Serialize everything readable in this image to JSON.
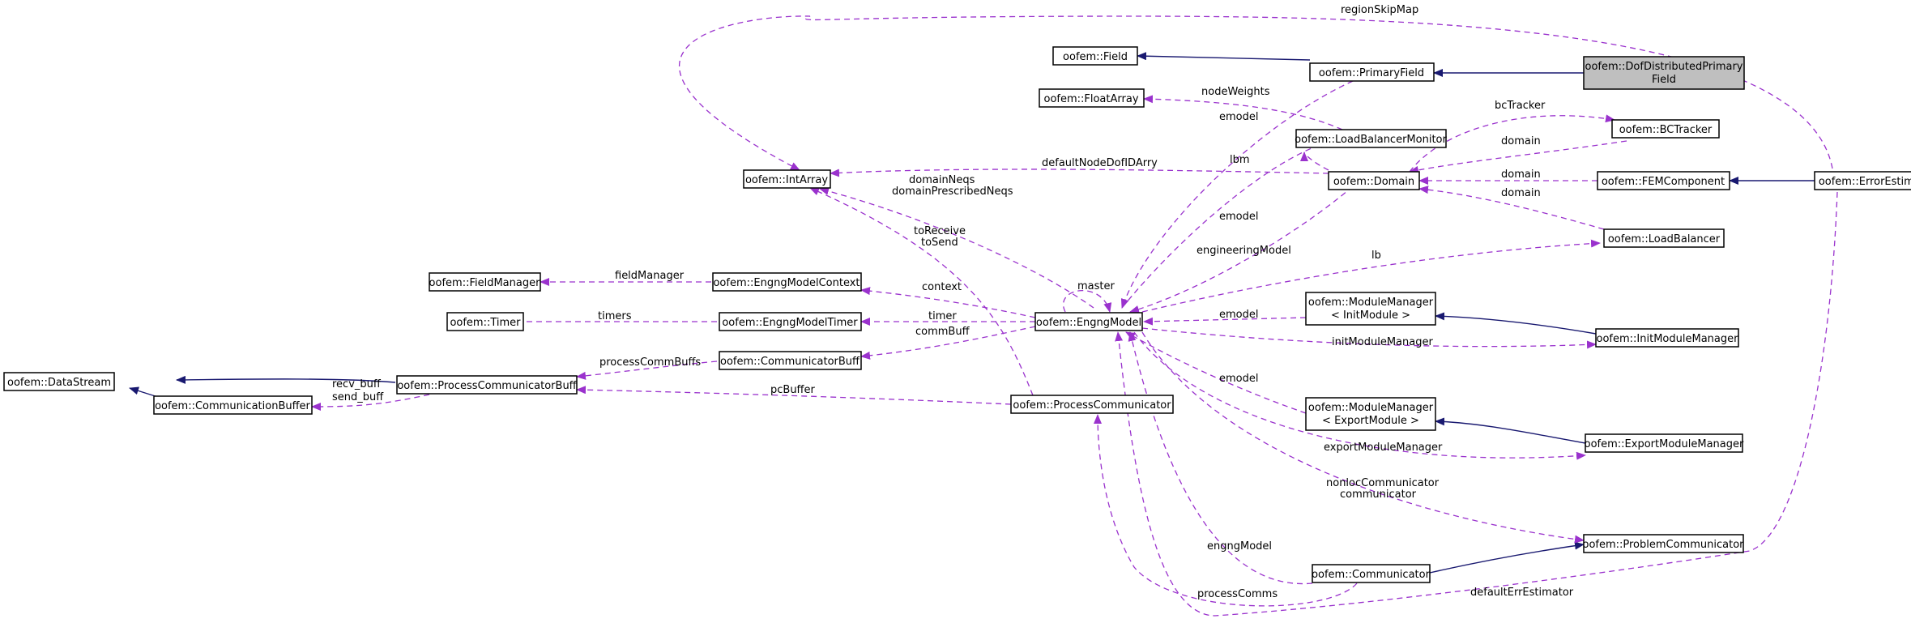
{
  "diagram": {
    "colors": {
      "dependency": "#9a32cd",
      "inheritance": "#191970",
      "highlight_fill": "#bfbfbf"
    },
    "nodes": [
      {
        "id": "field",
        "lines": [
          "oofem::Field"
        ]
      },
      {
        "id": "primary",
        "lines": [
          "oofem::PrimaryField"
        ]
      },
      {
        "id": "dofdist",
        "lines": [
          "oofem::DofDistributedPrimary",
          "Field"
        ],
        "highlight": true
      },
      {
        "id": "floatarray",
        "lines": [
          "oofem::FloatArray"
        ]
      },
      {
        "id": "lbmonitor",
        "lines": [
          "oofem::LoadBalancerMonitor"
        ]
      },
      {
        "id": "bctracker",
        "lines": [
          "oofem::BCTracker"
        ]
      },
      {
        "id": "intarray",
        "lines": [
          "oofem::IntArray"
        ]
      },
      {
        "id": "domain",
        "lines": [
          "oofem::Domain"
        ]
      },
      {
        "id": "femcomp",
        "lines": [
          "oofem::FEMComponent"
        ]
      },
      {
        "id": "errest",
        "lines": [
          "oofem::ErrorEstimator"
        ]
      },
      {
        "id": "loadbal",
        "lines": [
          "oofem::LoadBalancer"
        ]
      },
      {
        "id": "fieldmgr",
        "lines": [
          "oofem::FieldManager"
        ]
      },
      {
        "id": "emcontext",
        "lines": [
          "oofem::EngngModelContext"
        ]
      },
      {
        "id": "engng",
        "lines": [
          "oofem::EngngModel"
        ]
      },
      {
        "id": "mminit",
        "lines": [
          "oofem::ModuleManager",
          "< InitModule >"
        ]
      },
      {
        "id": "initmm",
        "lines": [
          "oofem::InitModuleManager"
        ]
      },
      {
        "id": "timer",
        "lines": [
          "oofem::Timer"
        ]
      },
      {
        "id": "emtimer",
        "lines": [
          "oofem::EngngModelTimer"
        ]
      },
      {
        "id": "datastream",
        "lines": [
          "oofem::DataStream"
        ]
      },
      {
        "id": "pcbuff",
        "lines": [
          "oofem::ProcessCommunicatorBuff"
        ]
      },
      {
        "id": "commbuff",
        "lines": [
          "oofem::CommunicatorBuff"
        ]
      },
      {
        "id": "commbuffer",
        "lines": [
          "oofem::CommunicationBuffer"
        ]
      },
      {
        "id": "proccomm",
        "lines": [
          "oofem::ProcessCommunicator"
        ]
      },
      {
        "id": "mmexport",
        "lines": [
          "oofem::ModuleManager",
          "< ExportModule >"
        ]
      },
      {
        "id": "exportmm",
        "lines": [
          "oofem::ExportModuleManager"
        ]
      },
      {
        "id": "probcomm",
        "lines": [
          "oofem::ProblemCommunicator"
        ]
      },
      {
        "id": "communicator",
        "lines": [
          "oofem::Communicator"
        ]
      }
    ],
    "edge_labels": [
      "regionSkipMap",
      "nodeWeights",
      "emodel",
      "bcTracker",
      "domain",
      "lbm",
      "defaultNodeDofIDArry",
      "domain",
      "domainNeqs",
      "domainPrescribedNeqs",
      "domain",
      "toReceive",
      "toSend",
      "emodel",
      "engineeringModel",
      "lb",
      "fieldManager",
      "master",
      "context",
      "timers",
      "timer",
      "commBuff",
      "emodel",
      "processCommBuffs",
      "recv_buff",
      "send_buff",
      "pcBuffer",
      "initModuleManager",
      "emodel",
      "exportModuleManager",
      "nonlocCommunicator",
      "communicator",
      "engngModel",
      "processComms",
      "defaultErrEstimator"
    ]
  }
}
